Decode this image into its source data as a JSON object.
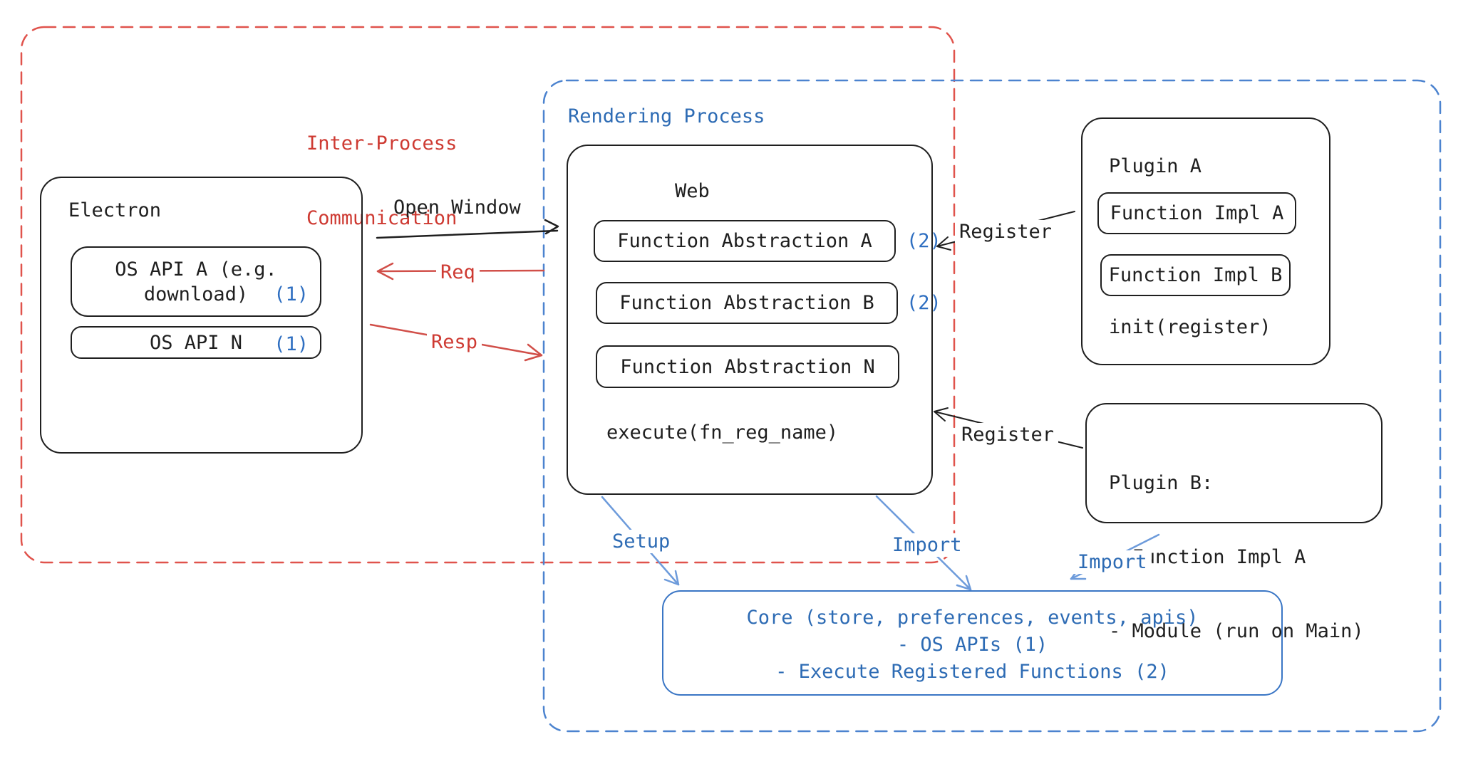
{
  "colors": {
    "ink": "#1f1f1f",
    "red_text": "#ce3a32",
    "red_arrow": "#d14f49",
    "red_border": "#e0534c",
    "blue_text": "#2d6bb4",
    "blue_border": "#4c83cf",
    "badge_blue": "#2f6fc1",
    "light_blue": "#6d9bdb",
    "core_border": "#3a76c5"
  },
  "groups": {
    "ipc": {
      "line1": "Inter-Process",
      "line2": "Communication"
    },
    "rendering": {
      "title": "Rendering Process"
    }
  },
  "electron": {
    "title": "Electron",
    "os_api_a": {
      "line1": "OS API A (e.g.",
      "line2": "download)",
      "badge": "(1)"
    },
    "os_api_n": {
      "label": "OS API N",
      "badge": "(1)"
    }
  },
  "web": {
    "title": "Web",
    "fa_a": {
      "label": "Function Abstraction A",
      "badge": "(2)"
    },
    "fa_b": {
      "label": "Function Abstraction B",
      "badge": "(2)"
    },
    "fa_n": {
      "label": "Function Abstraction N"
    },
    "execute": "execute(fn_reg_name)"
  },
  "plugin_a": {
    "title": "Plugin A",
    "impl_a": "Function Impl A",
    "impl_b": "Function Impl B",
    "init": "init(register)"
  },
  "plugin_b": {
    "line1": "Plugin B:",
    "line2": "- Function Impl A",
    "line3": "- Module (run on Main)"
  },
  "core": {
    "line1": "Core (store, preferences, events, apis)",
    "line2": "- OS APIs (1)",
    "line3": "- Execute Registered Functions (2)"
  },
  "arrows": {
    "open_window": "Open Window",
    "req": "Req",
    "resp": "Resp",
    "register_a": "Register",
    "register_b": "Register",
    "setup": "Setup",
    "import_web": "Import",
    "import_plugin_b": "Import"
  }
}
